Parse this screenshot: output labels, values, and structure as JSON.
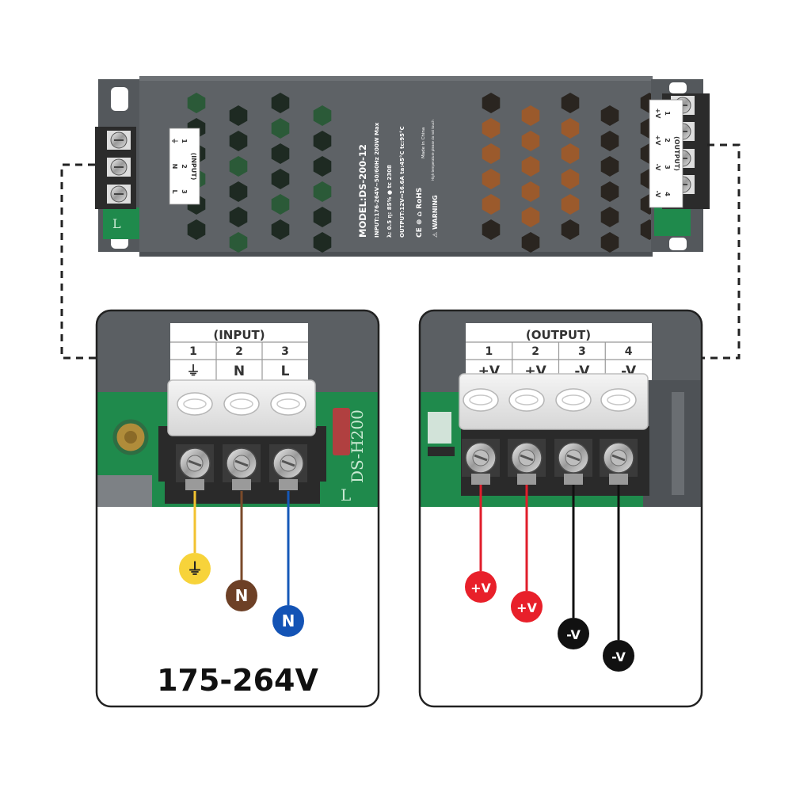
{
  "device": {
    "model": "MODEL:DS-200-12",
    "input_spec": "INPUT:176-264V~50/60Hz 200W Max",
    "line3": "λ: 0.5     η: 85%      ● tc     2308",
    "output_spec": "OUTPUT:12V⎓16.6A  ta:45°C tc:95°C",
    "cert_marks": "CE   ⊕   ⌂   RoHS",
    "warning": "⚠ WARNING",
    "warning_small": "High temperature please do not touch",
    "made_in": "Made in China",
    "pcb_marking": "DS-H200",
    "pcb_letter": "L"
  },
  "top_input_label": {
    "header": "(INPUT)",
    "numbers": [
      "1",
      "2",
      "3"
    ],
    "symbols": [
      "⏚",
      "N",
      "L"
    ]
  },
  "top_output_label": {
    "header": "(OUTPUT)",
    "numbers": [
      "1",
      "2",
      "3",
      "4"
    ],
    "symbols": [
      "+V",
      "+V",
      "-V",
      "-V"
    ]
  },
  "input_panel": {
    "header": "(INPUT)",
    "terminals": [
      {
        "number": "1",
        "symbol": "⏚",
        "badge": "⏚",
        "wire_color": "#f2c230",
        "badge_color": "#f7d33a",
        "badge_text_color": "#222222"
      },
      {
        "number": "2",
        "symbol": "N",
        "badge": "N",
        "wire_color": "#7a4a2a",
        "badge_color": "#6d4026",
        "badge_text_color": "#ffffff"
      },
      {
        "number": "3",
        "symbol": "L",
        "badge": "N",
        "wire_color": "#1558b8",
        "badge_color": "#1353b5",
        "badge_text_color": "#ffffff"
      }
    ],
    "voltage": "175-264V"
  },
  "output_panel": {
    "header": "(OUTPUT)",
    "terminals": [
      {
        "number": "1",
        "symbol": "+V",
        "badge": "+V",
        "wire_color": "#e01e2b",
        "badge_color": "#e8202a",
        "badge_text_color": "#ffffff"
      },
      {
        "number": "2",
        "symbol": "+V",
        "badge": "+V",
        "wire_color": "#e01e2b",
        "badge_color": "#e8202a",
        "badge_text_color": "#ffffff"
      },
      {
        "number": "3",
        "symbol": "-V",
        "badge": "-V",
        "wire_color": "#111111",
        "badge_color": "#111111",
        "badge_text_color": "#ffffff"
      },
      {
        "number": "4",
        "symbol": "-V",
        "badge": "-V",
        "wire_color": "#111111",
        "badge_color": "#111111",
        "badge_text_color": "#ffffff"
      }
    ]
  },
  "colors": {
    "case": "#5e6266",
    "case_dark": "#45484c",
    "pcb": "#1f8a4c",
    "terminal_block": "#2a2a2a",
    "dashed_line": "#222222"
  }
}
